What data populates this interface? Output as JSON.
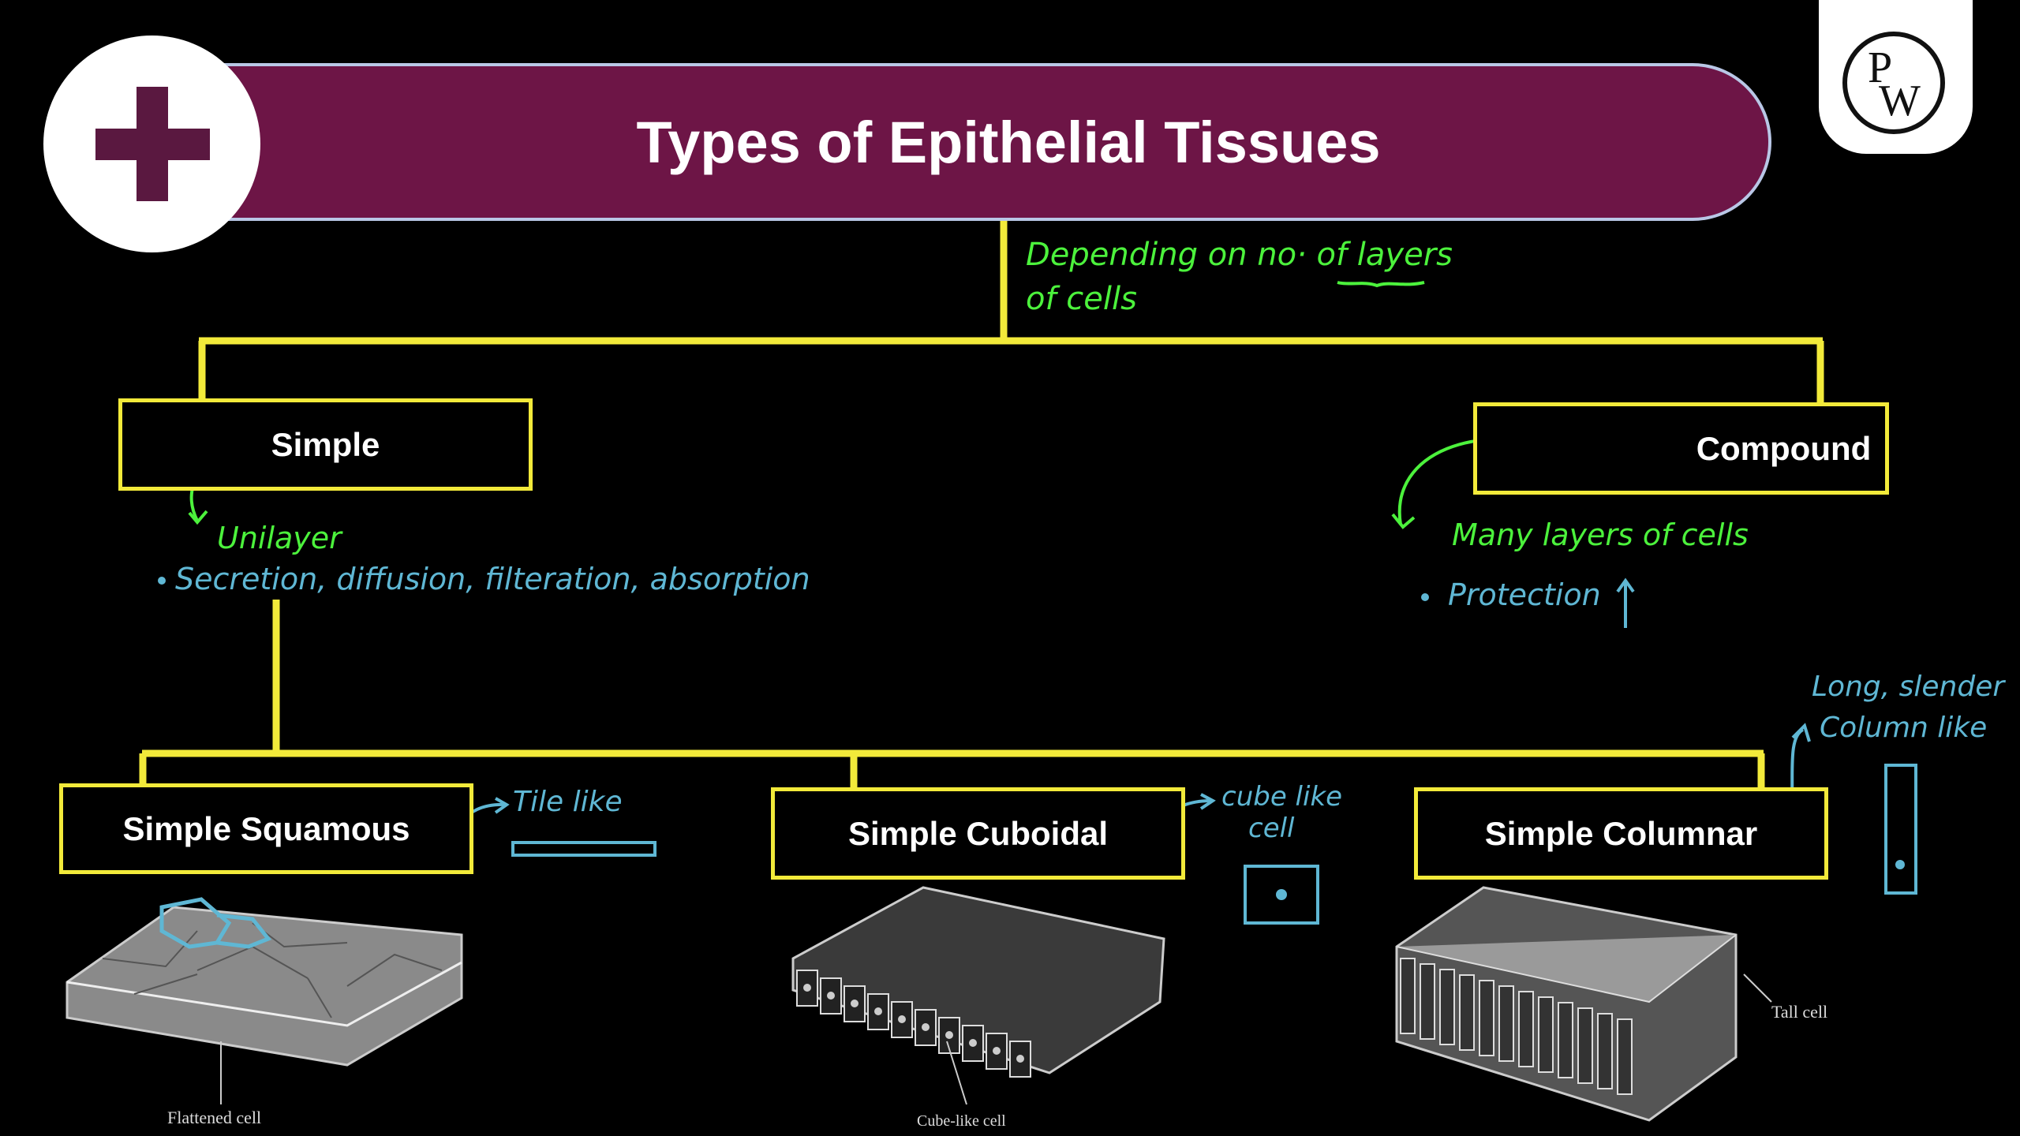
{
  "title": "Types of Epithelial Tissues",
  "logo": {
    "letter1": "P",
    "letter2": "W"
  },
  "notes": {
    "depending_line1": "Depending on no· of layers",
    "depending_line2": "of cells",
    "unilayer": "Unilayer",
    "simple_functions": "Secretion, diffusion, filteration, absorption",
    "many_layers": "Many layers of cells",
    "protection": "Protection",
    "tile_like": "Tile like",
    "cube_like_line1": "cube like",
    "cube_like_line2": "cell",
    "long_slender_line1": "Long, slender",
    "long_slender_line2": "Column like"
  },
  "boxes": {
    "simple": "Simple",
    "compound": "Compound",
    "squamous": "Simple Squamous",
    "cuboidal": "Simple Cuboidal",
    "columnar": "Simple Columnar"
  },
  "captions": {
    "flattened": "Flattened cell",
    "cube": "Cube-like cell",
    "tall": "Tall cell"
  },
  "colors": {
    "connector": "#f2ea3a",
    "banner": "#6d1546",
    "handwriting_green": "#4cf23c",
    "handwriting_blue": "#5fb7d4"
  },
  "icons": [
    "plus-icon",
    "pw-logo-icon",
    "up-arrow-icon"
  ]
}
